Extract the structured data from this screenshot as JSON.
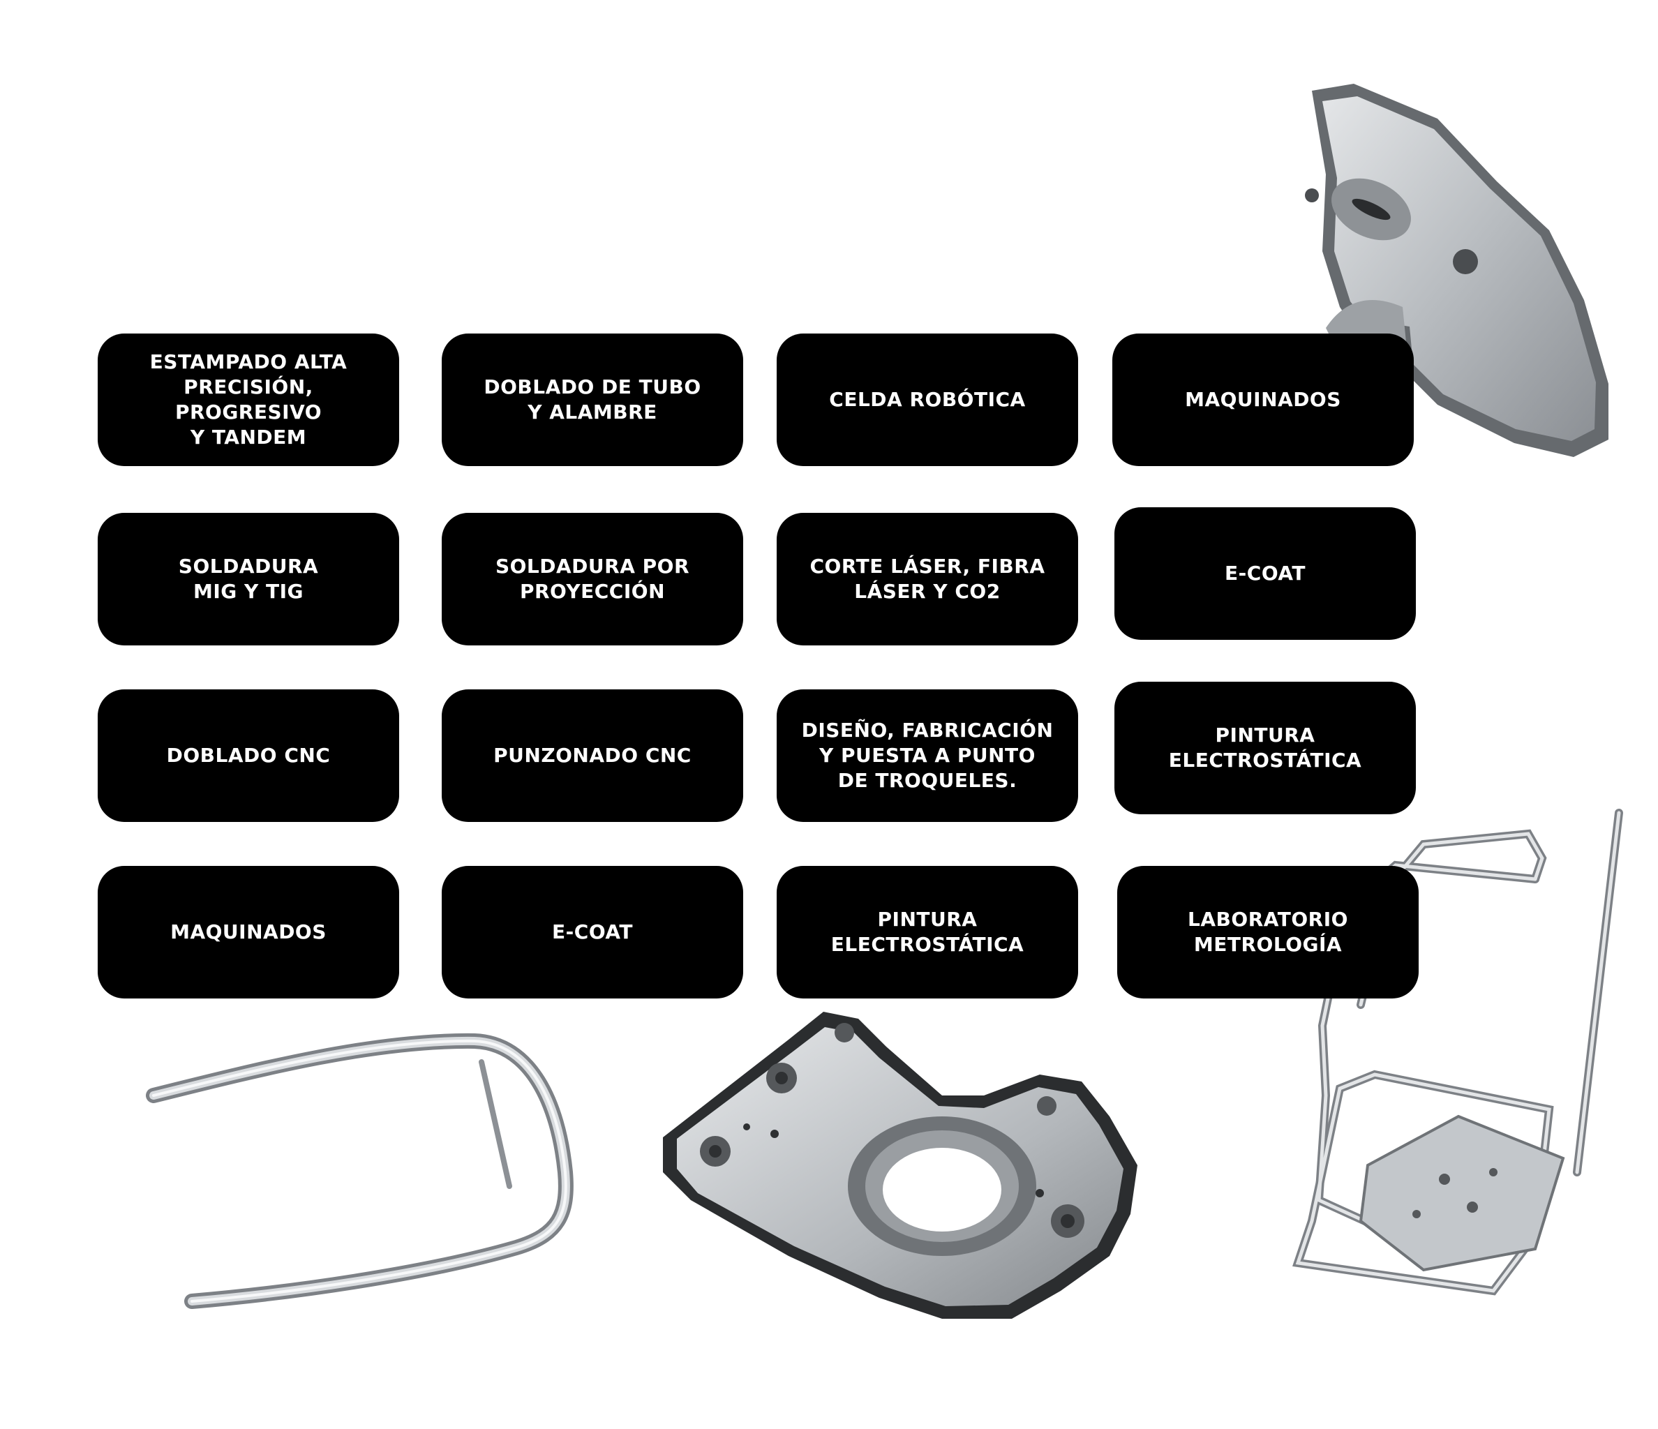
{
  "services": [
    {
      "label": "ESTAMPADO ALTA\nPRECISIÓN,  PROGRESIVO\nY TANDEM"
    },
    {
      "label": "DOBLADO DE TUBO\nY ALAMBRE"
    },
    {
      "label": "CELDA ROBÓTICA"
    },
    {
      "label": "MAQUINADOS"
    },
    {
      "label": "SOLDADURA\nMIG Y TIG"
    },
    {
      "label": "SOLDADURA POR\nPROYECCIÓN"
    },
    {
      "label": "CORTE LÁSER, FIBRA\nLÁSER Y CO2"
    },
    {
      "label": "E-COAT"
    },
    {
      "label": "DOBLADO CNC"
    },
    {
      "label": "PUNZONADO CNC"
    },
    {
      "label": "DISEÑO, FABRICACIÓN\nY PUESTA A PUNTO\nDE TROQUELES."
    },
    {
      "label": "PINTURA\nELECTROSTÁTICA"
    },
    {
      "label": "MAQUINADOS"
    },
    {
      "label": "E-COAT"
    },
    {
      "label": "PINTURA\nELECTROSTÁTICA"
    },
    {
      "label": "LABORATORIO\nMETROLOGÍA"
    }
  ],
  "colors": {
    "tile_background": "#000000",
    "tile_text": "#ffffff",
    "page_background": "#ffffff",
    "metal_light": "#d4d7da",
    "metal_mid": "#a9adb1",
    "metal_dark": "#6f7377"
  },
  "images": {
    "top_right": "stamped-bracket-part",
    "bottom_left": "bent-tube-part",
    "bottom_center": "stamped-flange-plate-part",
    "bottom_right": "wire-frame-assembly-part"
  }
}
